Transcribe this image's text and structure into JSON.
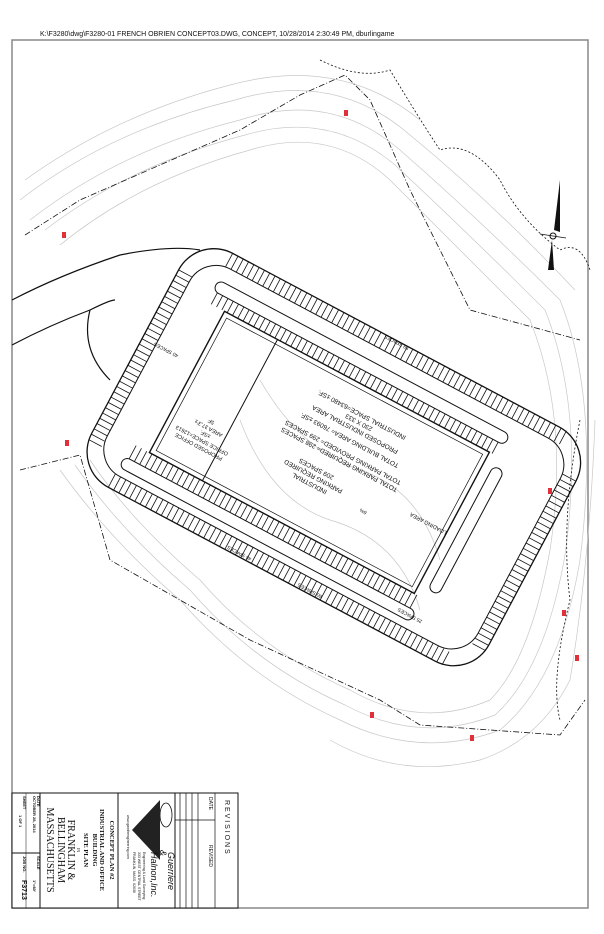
{
  "header": {
    "plot_stamp": "K:\\F3280\\dwg\\F3280-01 FRENCH OBRIEN CONCEPT03.DWG, CONCEPT, 10/28/2014 2:30:49 PM, dburlingame"
  },
  "plan": {
    "industrial_parking": [
      "INDUSTRIAL",
      "PARKING REQUIRED",
      "209 SPACES"
    ],
    "summary": [
      "TOTAL PARKING REQUIRED= 298 SPACES",
      "TOTAL PARKING PROVIDED= 299 SPACES",
      "TOTAL BUILDING AREA= 76093 ±SF.",
      "PROPOSED INDUSTRIAL AREA",
      "230 X 333",
      "INDUSTRIAL SPACE=63480 ±SF."
    ],
    "office": [
      "PROPOSED OFFICE",
      "OFFICE SPACE=12613",
      "±SF.",
      "AREA 37,3'±",
      "5F"
    ],
    "loading_area": "LOADING AREA",
    "parking_counts": [
      "60 SPACES",
      "46 SPACES",
      "59 SPACES",
      "25 SPACES",
      "40 SPACES"
    ],
    "slope_label": "6%"
  },
  "title_block": {
    "revisions_heading": "R E V I S I O N S",
    "date_col": "DATE",
    "revised_col": "REVISED",
    "firm_name": [
      "Guerriere",
      "&",
      "Halnon,Inc."
    ],
    "firm_tagline": "Engineering & Land Surveying",
    "firm_contact": [
      "333 WEST CENTRAL STREET",
      "FRANKLIN, MASS. 02038",
      "www.gandhengineering.com"
    ],
    "plan_title": "CONCEPT PLAN #2",
    "project": [
      "INDUSTRIAL AND OFFICE",
      "BUILDING",
      "SITE PLAN",
      "IN"
    ],
    "location": [
      "FRANKLIN &",
      "BELLINGHAM",
      "MASSACHUSETTS"
    ],
    "date_label": "DATE",
    "date_value": "OCTOBER 28, 2014",
    "scale_label": "SCALE",
    "scale_value": "1\"=60'",
    "sheet_label": "SHEET",
    "sheet_value": "1 OF 1",
    "job_label": "JOB NO.",
    "job_value": "F3713"
  },
  "colors": {
    "line": "#111111",
    "contour": "#c8c8c8",
    "marker": "#e0303a"
  }
}
